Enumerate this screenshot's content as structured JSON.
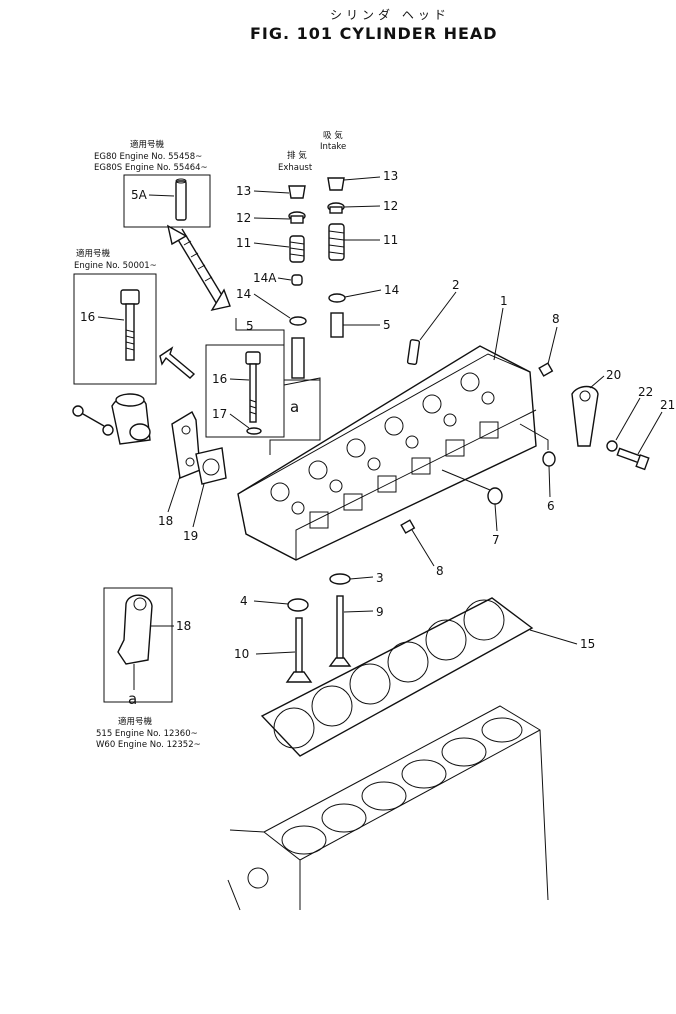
{
  "title": {
    "japanese": "シリンダ ヘッド",
    "main": "FIG. 101  CYLINDER HEAD"
  },
  "notes": {
    "top_left": {
      "heading": "適用号機",
      "line1": "EG80   Engine  No. 55458~",
      "line2": "EG80S  Engine  No. 55464~"
    },
    "mid_left": {
      "heading": "適用号機",
      "line1": "Engine  No. 50001~"
    },
    "bottom_left": {
      "heading": "適用号機",
      "line1": "515   Engine  No. 12360~",
      "line2": "W60  Engine  No. 12352~"
    },
    "exhaust_jp": "排 気",
    "exhaust": "Exhaust",
    "intake_jp": "吸 気",
    "intake": "Intake",
    "ref_a": "a"
  },
  "parts": {
    "p1": "1",
    "p2": "2",
    "p3": "3",
    "p4": "4",
    "p5": "5",
    "p5_in": "5",
    "p5a": "5A",
    "p6": "6",
    "p7": "7",
    "p8a": "8",
    "p8b": "8",
    "p9": "9",
    "p10": "10",
    "p11l": "11",
    "p11r": "11",
    "p12l": "12",
    "p12r": "12",
    "p13l": "13",
    "p13r": "13",
    "p14l": "14",
    "p14r": "14",
    "p14a": "14A",
    "p15": "15",
    "p16a": "16",
    "p16b": "16",
    "p17": "17",
    "p18": "18",
    "p18b": "18",
    "p19": "19",
    "p20": "20",
    "p21": "21",
    "p22": "22"
  }
}
